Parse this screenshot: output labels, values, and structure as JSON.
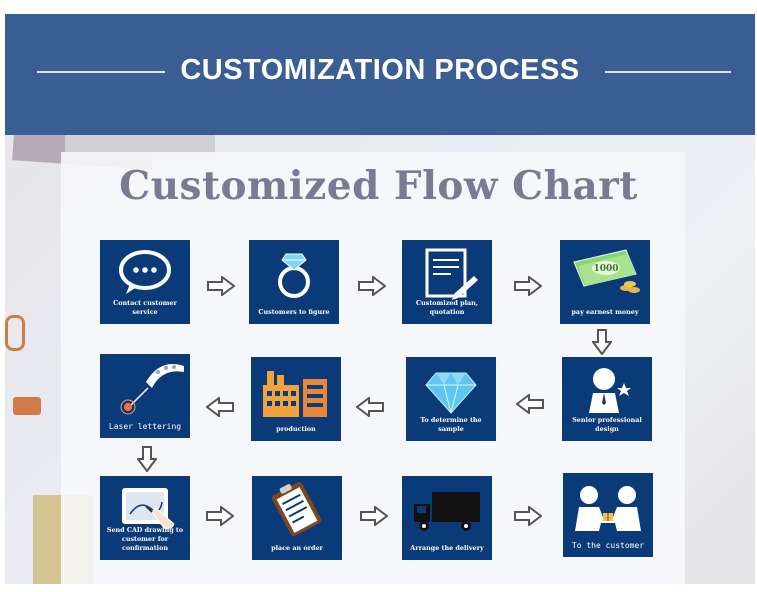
{
  "header": {
    "title": "CUSTOMIZATION PROCESS"
  },
  "chart": {
    "title": "Customized Flow Chart",
    "steps": [
      {
        "label": "Contact customer service",
        "icon": "chat-bubble-icon"
      },
      {
        "label": "Customers to figure",
        "icon": "diamond-ring-icon"
      },
      {
        "label": "Customized plan, quotation",
        "icon": "document-pen-icon"
      },
      {
        "label": "pay earnest money",
        "icon": "money-icon"
      },
      {
        "label": "Senior professional design",
        "icon": "designer-icon"
      },
      {
        "label": "To determine the sample",
        "icon": "gemstone-icon"
      },
      {
        "label": "production",
        "icon": "factory-icon"
      },
      {
        "label": "Laser lettering",
        "icon": "laser-engraver-icon"
      },
      {
        "label": "Send CAD drawing to customer for confirmation",
        "icon": "cad-tablet-icon"
      },
      {
        "label": "place an order",
        "icon": "clipboard-icon"
      },
      {
        "label": "Arrange the delivery",
        "icon": "truck-icon"
      },
      {
        "label": "To the customer",
        "icon": "handover-icon"
      }
    ],
    "money_note": "1000",
    "colors": {
      "box": "#0b3a78",
      "header": "#3a5d94",
      "arrow": "#555555"
    }
  }
}
